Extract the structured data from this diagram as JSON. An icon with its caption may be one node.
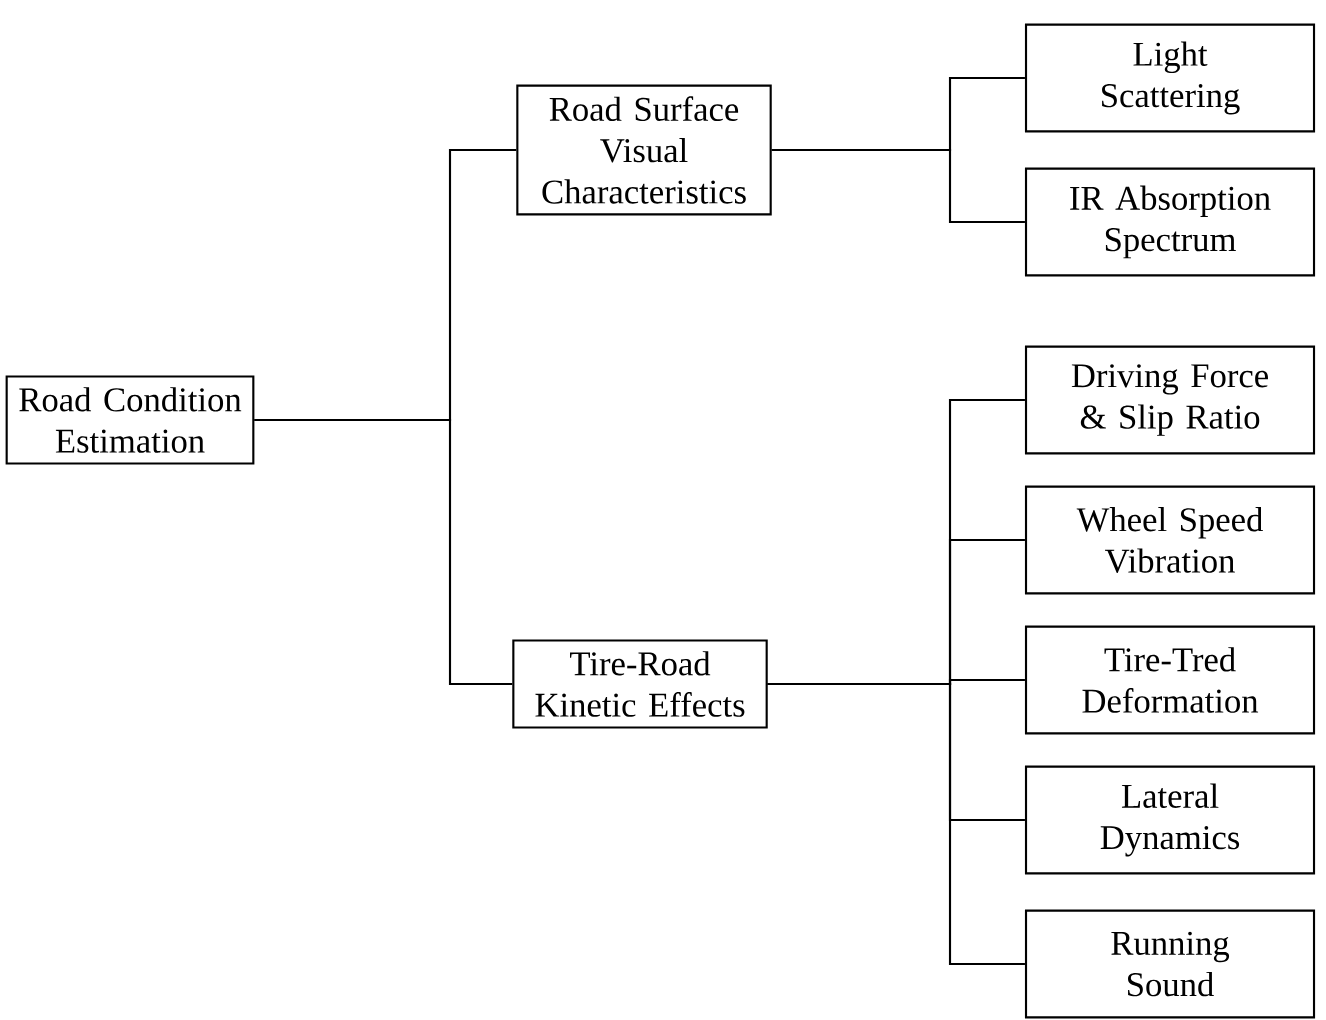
{
  "diagram": {
    "nodes": [
      {
        "text": [
          "Road Condition Estimation"
        ]
      },
      {
        "text": [
          "Road Surface Visual Characteristics"
        ]
      },
      {
        "text": [
          "Tire-Road Kinetic Effects"
        ]
      },
      {
        "text": [
          "Light Scattering"
        ]
      },
      {
        "text": [
          "IR Absorption Spectrum"
        ]
      },
      {
        "text": [
          "Driving Force & Slip Ratio"
        ]
      },
      {
        "text": [
          "Wheel Speed Vibration"
        ]
      },
      {
        "text": [
          "Tire-Tred Deformation"
        ]
      },
      {
        "text": [
          "Lateral Dynamics"
        ]
      },
      {
        "text": [
          "Running Sound"
        ]
      }
    ],
    "edges": [
      {
        "from": 0,
        "to": 1,
        "arrow": "none"
      },
      {
        "from": 0,
        "to": 2,
        "arrow": "none"
      },
      {
        "from": 1,
        "to": 3,
        "arrow": "none"
      },
      {
        "from": 1,
        "to": 4,
        "arrow": "none"
      },
      {
        "from": 2,
        "to": 5,
        "arrow": "none"
      },
      {
        "from": 2,
        "to": 6,
        "arrow": "none"
      },
      {
        "from": 2,
        "to": 7,
        "arrow": "none"
      },
      {
        "from": 2,
        "to": 8,
        "arrow": "none"
      },
      {
        "from": 2,
        "to": 9,
        "arrow": "none"
      }
    ]
  }
}
